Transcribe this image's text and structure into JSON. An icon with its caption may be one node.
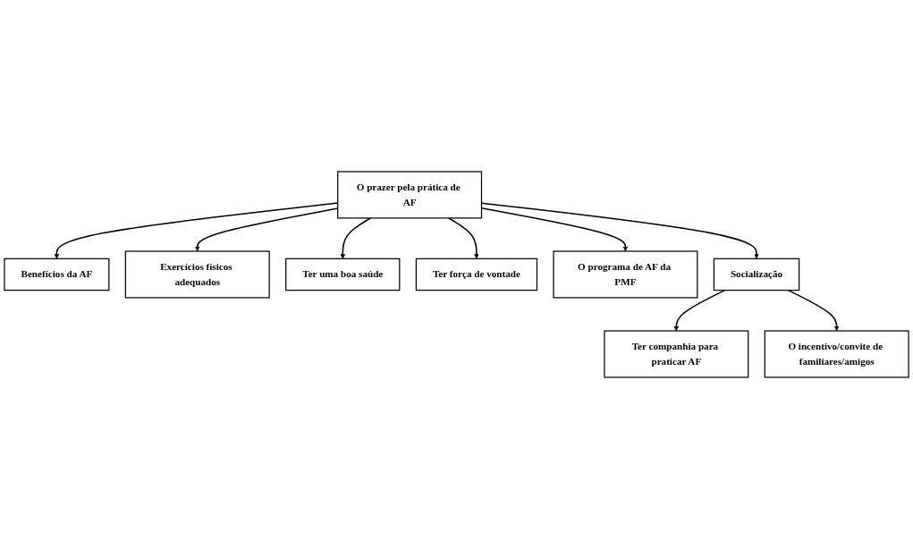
{
  "diagram": {
    "nodes": [
      {
        "text": [
          "Benefícios da AF"
        ]
      },
      {
        "text": [
          "Exercícios físicos adequados"
        ]
      },
      {
        "text": [
          "Ter uma boa saúde"
        ]
      },
      {
        "text": [
          "O prazer pela prática de AF"
        ]
      },
      {
        "text": [
          "Ter força de vontade"
        ]
      },
      {
        "text": [
          "O programa de AF da PMF"
        ]
      },
      {
        "text": [
          "Socialização"
        ]
      },
      {
        "text": [
          "Ter companhia para praticar AF"
        ]
      },
      {
        "text": [
          "O incentivo/convite de familiares/amigos"
        ]
      }
    ],
    "edges": [
      {
        "from": 3,
        "to": 0,
        "arrow": "to"
      },
      {
        "from": 3,
        "to": 1,
        "arrow": "to"
      },
      {
        "from": 3,
        "to": 2,
        "arrow": "to"
      },
      {
        "from": 3,
        "to": 4,
        "arrow": "to"
      },
      {
        "from": 3,
        "to": 5,
        "arrow": "to"
      },
      {
        "from": 3,
        "to": 6,
        "arrow": "to"
      },
      {
        "from": 6,
        "to": 7,
        "arrow": "to"
      },
      {
        "from": 6,
        "to": 8,
        "arrow": "to"
      }
    ]
  }
}
